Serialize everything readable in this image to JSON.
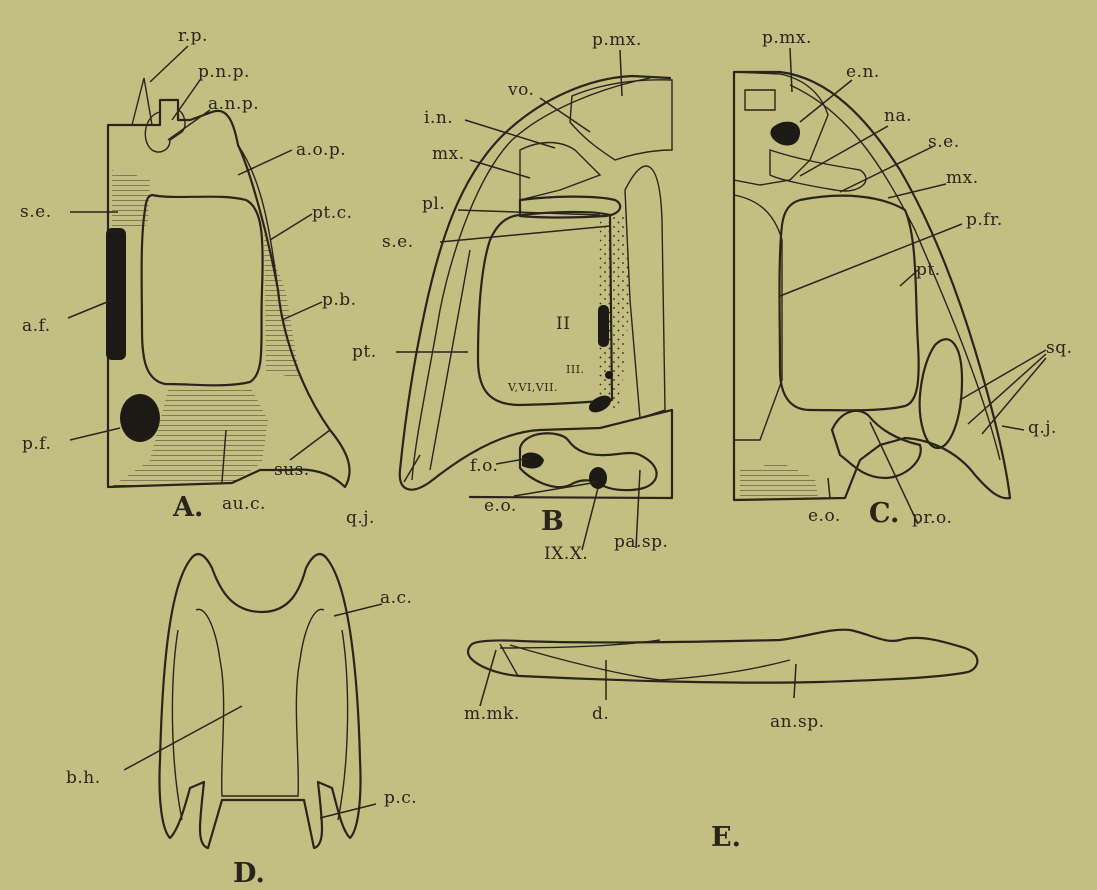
{
  "figures": {
    "A": {
      "letter": "A.",
      "labels": {
        "rp": "r.p.",
        "pnp": "p.n.p.",
        "anp": "a.n.p.",
        "aop": "a.o.p.",
        "se": "s.e.",
        "ptc": "pt.c.",
        "pb": "p.b.",
        "af": "a.f.",
        "pf": "p.f.",
        "auc": "au.c.",
        "sus": "sus."
      }
    },
    "B": {
      "letter": "B",
      "labels": {
        "pmx": "p.mx.",
        "vo": "vo.",
        "in": "i.n.",
        "mx": "mx.",
        "pl": "pl.",
        "se": "s.e.",
        "pt": "pt.",
        "ii": "II",
        "iii": "III.",
        "vvivii": "V,VI,VII.",
        "fo": "f.o.",
        "eo": "e.o.",
        "qj": "q.j.",
        "ixx": "IX.X.",
        "pasp": "pa.sp."
      }
    },
    "C": {
      "letter": "C.",
      "labels": {
        "pmx": "p.mx.",
        "en": "e.n.",
        "na": "na.",
        "se": "s.e.",
        "mx": "mx.",
        "pfr": "p.fr.",
        "pt": "pt.",
        "sq": "sq.",
        "qj": "q.j.",
        "eo": "e.o.",
        "pro": "pr.o."
      }
    },
    "D": {
      "letter": "D.",
      "labels": {
        "ac": "a.c.",
        "bh": "b.h.",
        "pc": "p.c."
      }
    },
    "E": {
      "letter": "E.",
      "labels": {
        "mmk": "m.mk.",
        "d": "d.",
        "ansp": "an.sp."
      }
    }
  },
  "colors": {
    "paper": "#c3bf82",
    "ink": "#2a241b"
  }
}
